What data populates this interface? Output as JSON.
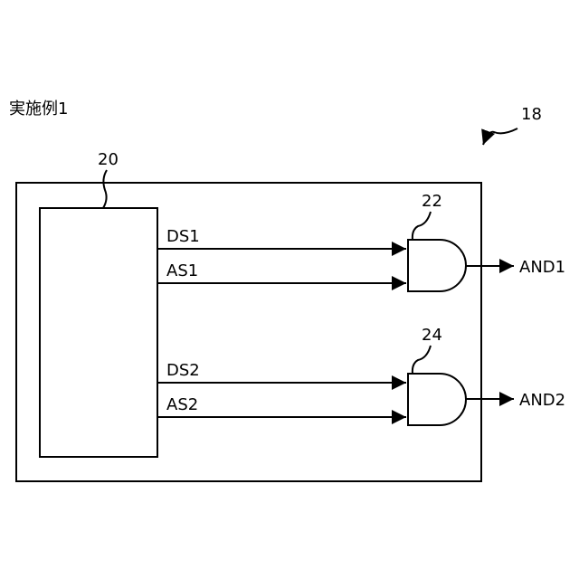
{
  "embodiment_title": "実施例1",
  "refs": {
    "device": "18",
    "block": "20",
    "gate1": "22",
    "gate2": "24"
  },
  "signals": {
    "ds1": "DS1",
    "as1": "AS1",
    "ds2": "DS2",
    "as2": "AS2"
  },
  "outputs": {
    "and1": "AND1",
    "and2": "AND2"
  }
}
